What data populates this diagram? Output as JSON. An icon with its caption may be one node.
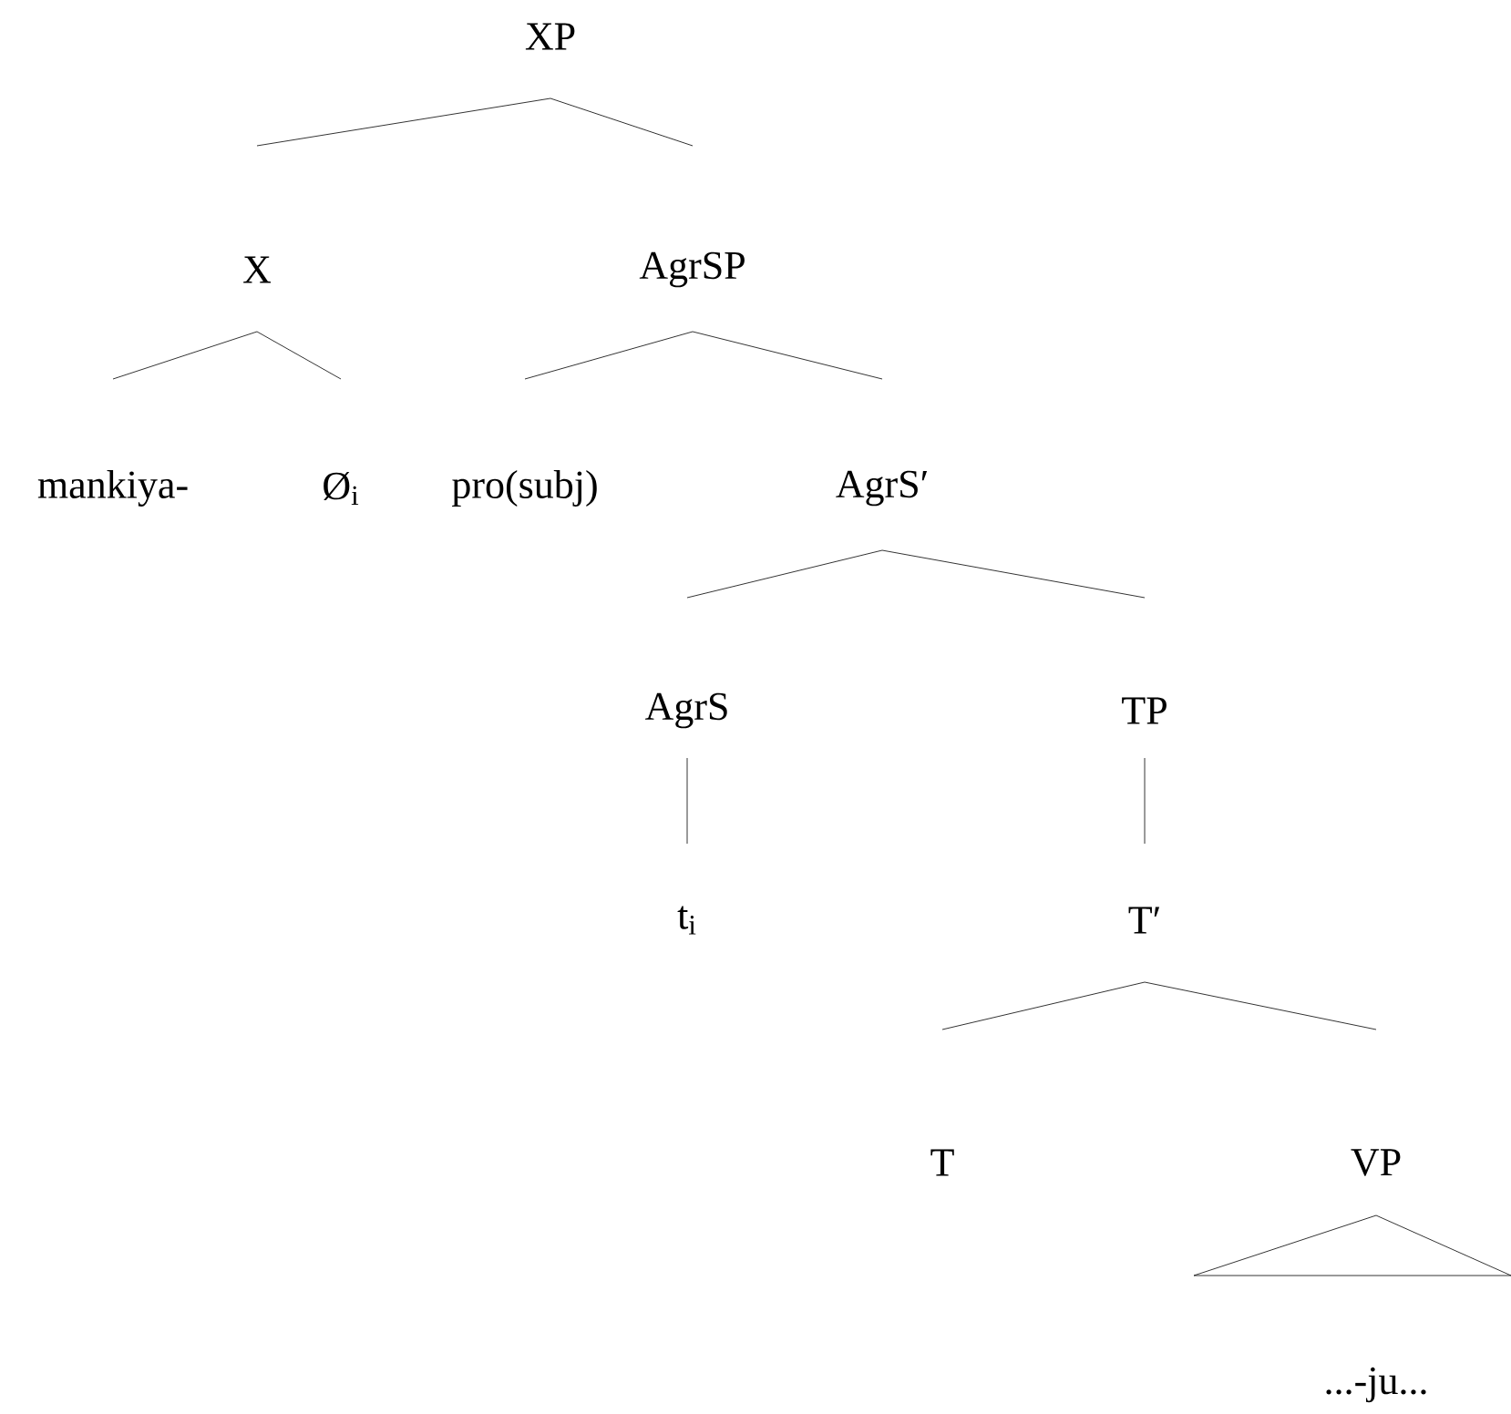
{
  "diagram": {
    "nodes": [
      {
        "text": [
          "XP"
        ]
      },
      {
        "text": [
          "X"
        ]
      },
      {
        "text": [
          "AgrSP"
        ]
      },
      {
        "text": [
          "mankiya-"
        ]
      },
      {
        "text": [
          "Ø$_{i}$"
        ]
      },
      {
        "text": [
          "pro(subj)"
        ]
      },
      {
        "text": [
          "AgrS′"
        ]
      },
      {
        "text": [
          "AgrS"
        ]
      },
      {
        "text": [
          "TP"
        ]
      },
      {
        "text": [
          "t$_{i}$"
        ]
      },
      {
        "text": [
          "T′"
        ]
      },
      {
        "text": [
          "T"
        ]
      },
      {
        "text": [
          "VP"
        ]
      },
      {
        "text": [],
        "shape": "triangle"
      },
      {
        "text": [
          "...-ju..."
        ]
      }
    ],
    "edges": [
      {
        "from": 0,
        "to": 1,
        "arrow": "none"
      },
      {
        "from": 0,
        "to": 2,
        "arrow": "none"
      },
      {
        "from": 1,
        "to": 3,
        "arrow": "none"
      },
      {
        "from": 1,
        "to": 4,
        "arrow": "none"
      },
      {
        "from": 2,
        "to": 5,
        "arrow": "none"
      },
      {
        "from": 2,
        "to": 6,
        "arrow": "none"
      },
      {
        "from": 6,
        "to": 7,
        "arrow": "none"
      },
      {
        "from": 6,
        "to": 8,
        "arrow": "none"
      },
      {
        "from": 7,
        "to": 9,
        "arrow": "none"
      },
      {
        "from": 8,
        "to": 10,
        "arrow": "none"
      },
      {
        "from": 10,
        "to": 11,
        "arrow": "none"
      },
      {
        "from": 10,
        "to": 12,
        "arrow": "none"
      }
    ]
  }
}
